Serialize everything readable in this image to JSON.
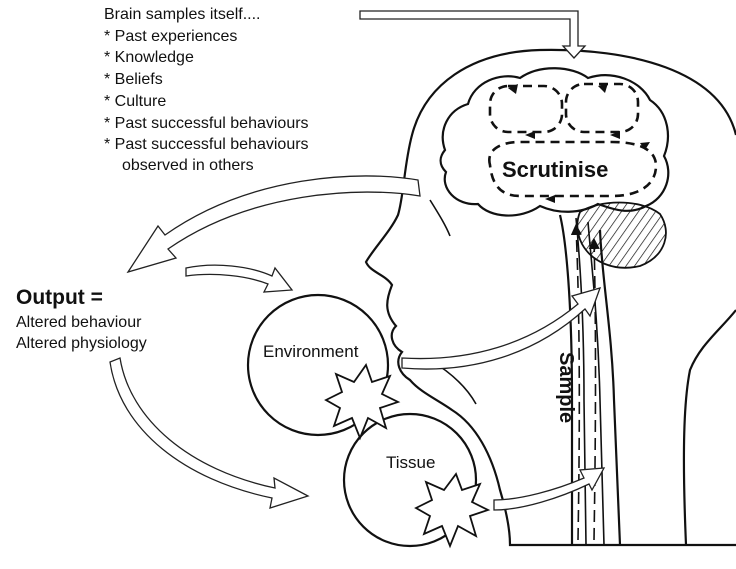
{
  "header": {
    "title": "Brain samples itself....",
    "items": [
      "* Past experiences",
      "* Knowledge",
      "* Beliefs",
      "* Culture",
      "* Past successful behaviours",
      "* Past successful behaviours",
      "observed in others"
    ]
  },
  "output": {
    "title": "Output =",
    "lines": [
      "Altered behaviour",
      "Altered physiology"
    ]
  },
  "labels": {
    "scrutinise": "Scrutinise",
    "sample": "Sample",
    "environment": "Environment",
    "tissue": "Tissue"
  }
}
